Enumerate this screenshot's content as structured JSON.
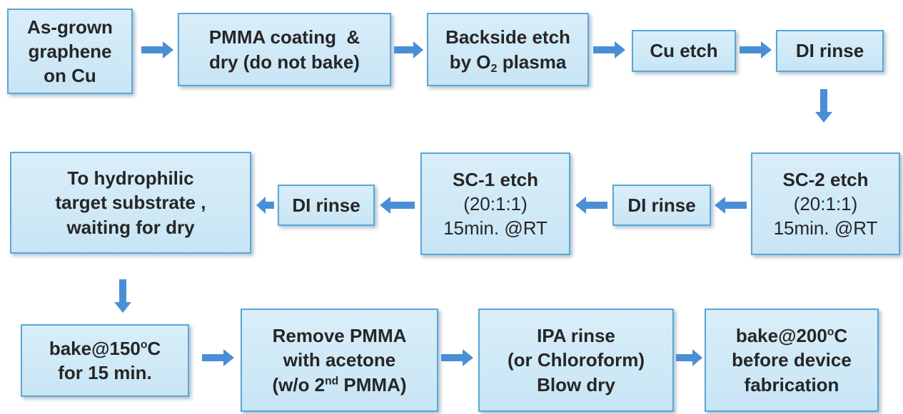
{
  "diagram": {
    "steps": {
      "s1": {
        "lines": [
          "As-grown",
          "graphene",
          "on Cu"
        ]
      },
      "s2": {
        "lines": [
          "PMMA coating  &",
          "dry (do not bake)"
        ]
      },
      "s3": {
        "line1": "Backside etch",
        "line2_pre": "by O",
        "line2_sub": "2",
        "line2_post": " plasma"
      },
      "s4": {
        "lines": [
          "Cu etch"
        ]
      },
      "s5": {
        "lines": [
          "DI rinse"
        ]
      },
      "s6": {
        "title": "SC-2 etch",
        "ratio": "(20:1:1)",
        "condition": "15min. @RT"
      },
      "s7": {
        "lines": [
          "DI rinse"
        ]
      },
      "s8": {
        "title": "SC-1 etch",
        "ratio": "(20:1:1)",
        "condition": "15min. @RT"
      },
      "s9": {
        "lines": [
          "DI rinse"
        ]
      },
      "s10": {
        "lines": [
          "To hydrophilic",
          "target substrate ,",
          "waiting for dry"
        ]
      },
      "s11": {
        "line1_pre": "bake@150",
        "line1_sup": "o",
        "line1_post": "C",
        "line2": "for 15 min."
      },
      "s12": {
        "line1": "Remove PMMA",
        "line2": "with acetone",
        "line3_pre": "(w/o 2",
        "line3_sup": "nd",
        "line3_post": " PMMA)"
      },
      "s13": {
        "lines": [
          "IPA rinse",
          "(or Chloroform)",
          "Blow dry"
        ]
      },
      "s14": {
        "line1_pre": "bake@200",
        "line1_sup": "o",
        "line1_post": "C",
        "line2": "before device",
        "line3": "fabrication"
      }
    },
    "colors": {
      "box_fill": "#d3eaf7",
      "box_border": "#5aa7d8",
      "arrow": "#4a8fd6",
      "text": "#262626"
    }
  }
}
